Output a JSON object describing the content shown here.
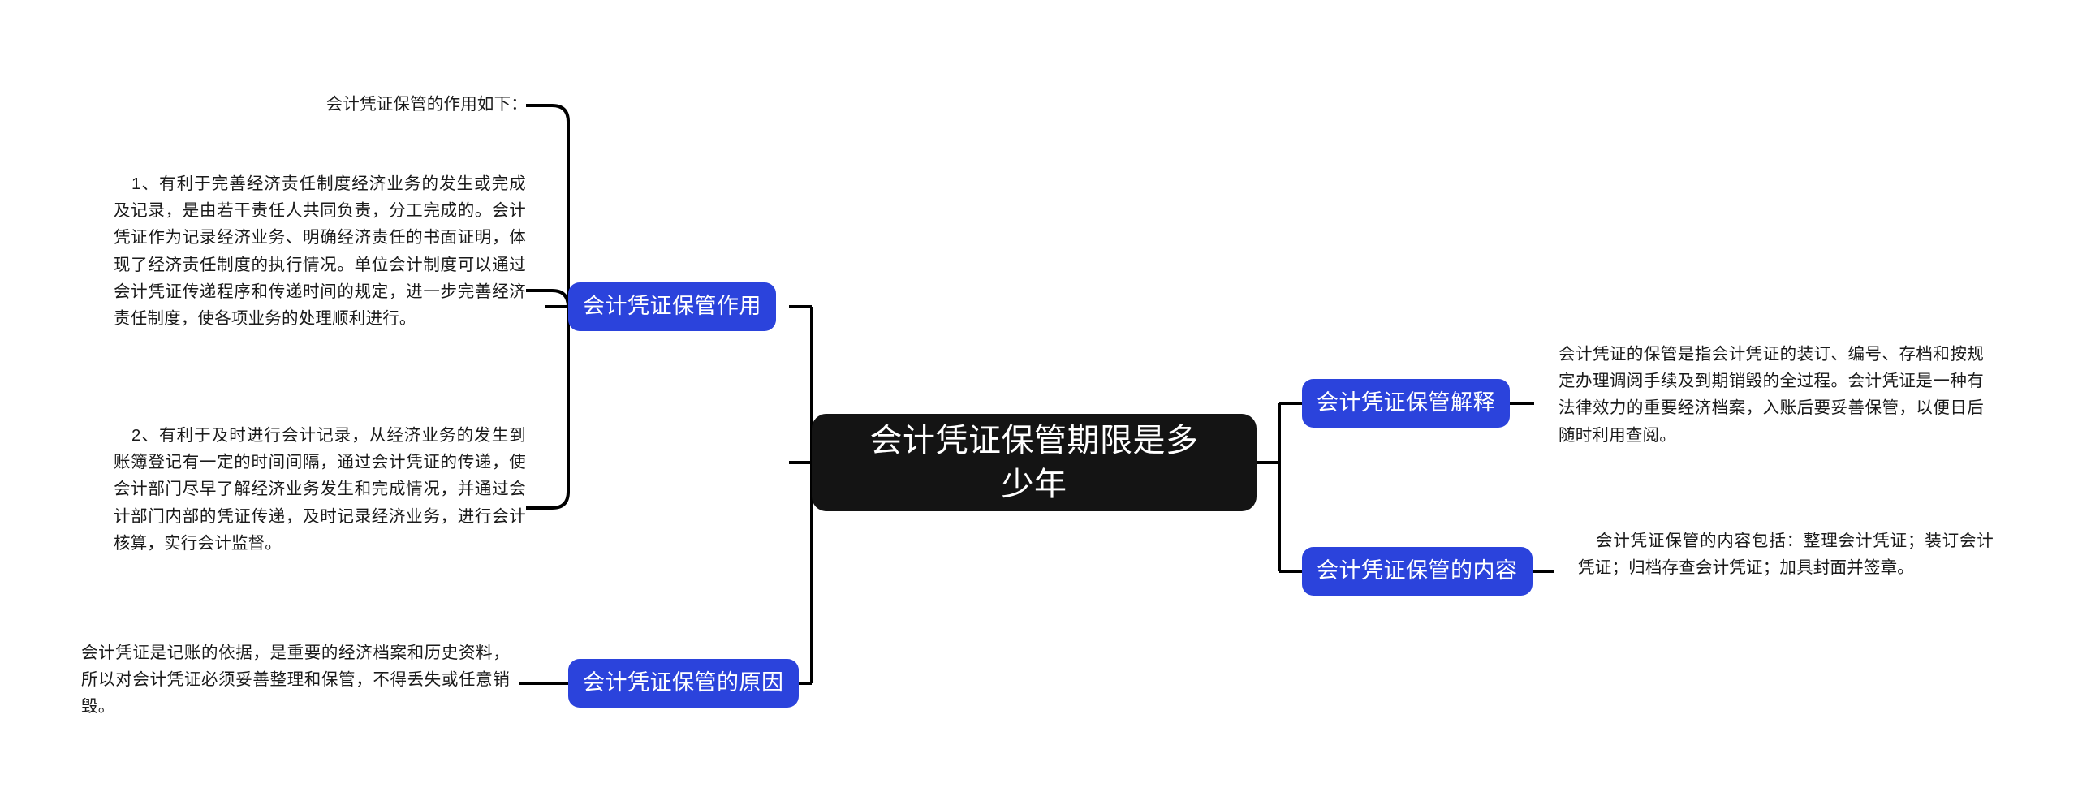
{
  "mindmap": {
    "root": {
      "label": "会计凭证保管期限是多少年"
    },
    "left_branches": [
      {
        "label": "会计凭证保管作用",
        "leaves": [
          {
            "text": "会计凭证保管的作用如下："
          },
          {
            "text": "1、有利于完善经济责任制度经济业务的发生或完成及记录，是由若干责任人共同负责，分工完成的。会计凭证作为记录经济业务、明确经济责任的书面证明，体现了经济责任制度的执行情况。单位会计制度可以通过会计凭证传递程序和传递时间的规定，进一步完善经济责任制度，使各项业务的处理顺利进行。"
          },
          {
            "text": "2、有利于及时进行会计记录，从经济业务的发生到账簿登记有一定的时间间隔，通过会计凭证的传递，使会计部门尽早了解经济业务发生和完成情况，并通过会计部门内部的凭证传递，及时记录经济业务，进行会计核算，实行会计监督。"
          }
        ]
      },
      {
        "label": "会计凭证保管的原因",
        "leaves": [
          {
            "text": "会计凭证是记账的依据，是重要的经济档案和历史资料，所以对会计凭证必须妥善整理和保管，不得丢失或任意销毁。"
          }
        ]
      }
    ],
    "right_branches": [
      {
        "label": "会计凭证保管解释",
        "leaves": [
          {
            "text": "会计凭证的保管是指会计凭证的装订、编号、存档和按规定办理调阅手续及到期销毁的全过程。会计凭证是一种有法律效力的重要经济档案，入账后要妥善保管，以便日后随时利用查阅。"
          }
        ]
      },
      {
        "label": "会计凭证保管的内容",
        "leaves": [
          {
            "text": "会计凭证保管的内容包括：整理会计凭证；装订会计凭证；归档存查会计凭证；加具封面并签章。"
          }
        ]
      }
    ],
    "colors": {
      "root_bg": "#141414",
      "branch_bg": "#2b43dc",
      "connector": "#000000",
      "text": "#1a1a1a",
      "background": "#ffffff"
    }
  }
}
